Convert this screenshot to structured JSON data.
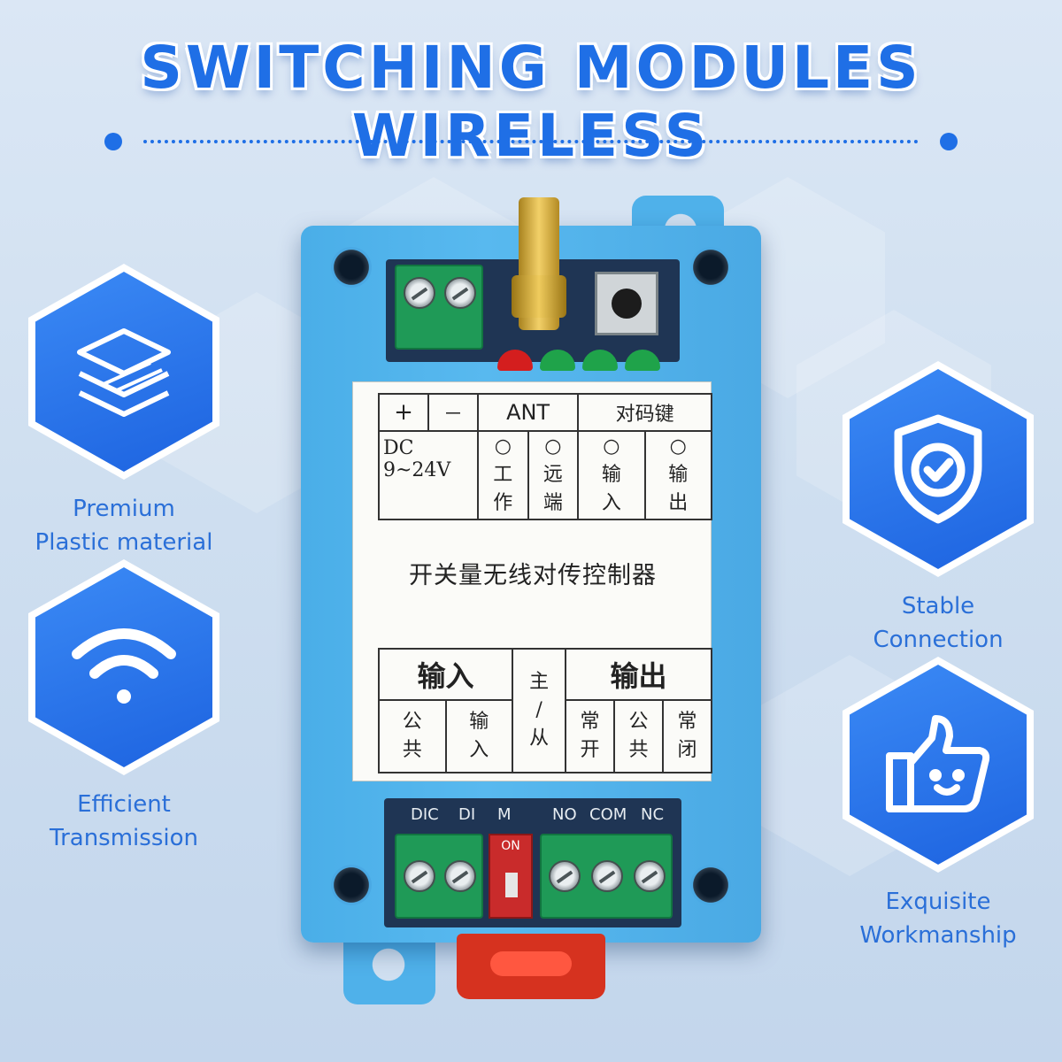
{
  "title": "SWITCHING MODULES WIRELESS",
  "colors": {
    "accent": "#1f6fe6",
    "label_text": "#2a6fd8",
    "case": "#4aaee8"
  },
  "features": [
    {
      "icon": "layers-icon",
      "line1": "Premium",
      "line2": "Plastic material"
    },
    {
      "icon": "wifi-icon",
      "line1": "Efficient",
      "line2": "Transmission"
    },
    {
      "icon": "shield-check-icon",
      "line1": "Stable",
      "line2": "Connection"
    },
    {
      "icon": "thumbs-up-icon",
      "line1": "Exquisite",
      "line2": "Workmanship"
    }
  ],
  "device_label": {
    "top_headers": {
      "plus": "+",
      "minus": "－",
      "ant": "ANT",
      "pair_key": "对码键"
    },
    "voltage": "DC 9~24V",
    "indicators": [
      {
        "circle": "○",
        "c1": "工",
        "c2": "作"
      },
      {
        "circle": "○",
        "c1": "远",
        "c2": "端"
      },
      {
        "circle": "○",
        "c1": "输",
        "c2": "入"
      },
      {
        "circle": "○",
        "c1": "输",
        "c2": "出"
      }
    ],
    "center_title": "开关量无线对传控制器",
    "input_header": "输入",
    "output_header": "输出",
    "master_slave": {
      "c1": "主",
      "c2": "/",
      "c3": "从"
    },
    "input_cells": [
      {
        "c1": "公",
        "c2": "共"
      },
      {
        "c1": "输",
        "c2": "入"
      }
    ],
    "output_cells": [
      {
        "c1": "常",
        "c2": "开"
      },
      {
        "c1": "公",
        "c2": "共"
      },
      {
        "c1": "常",
        "c2": "闭"
      }
    ]
  },
  "terminal_labels": {
    "dic": "DIC",
    "di": "DI",
    "m": "M",
    "no": "NO",
    "com": "COM",
    "nc": "NC",
    "dip_on": "ON"
  }
}
